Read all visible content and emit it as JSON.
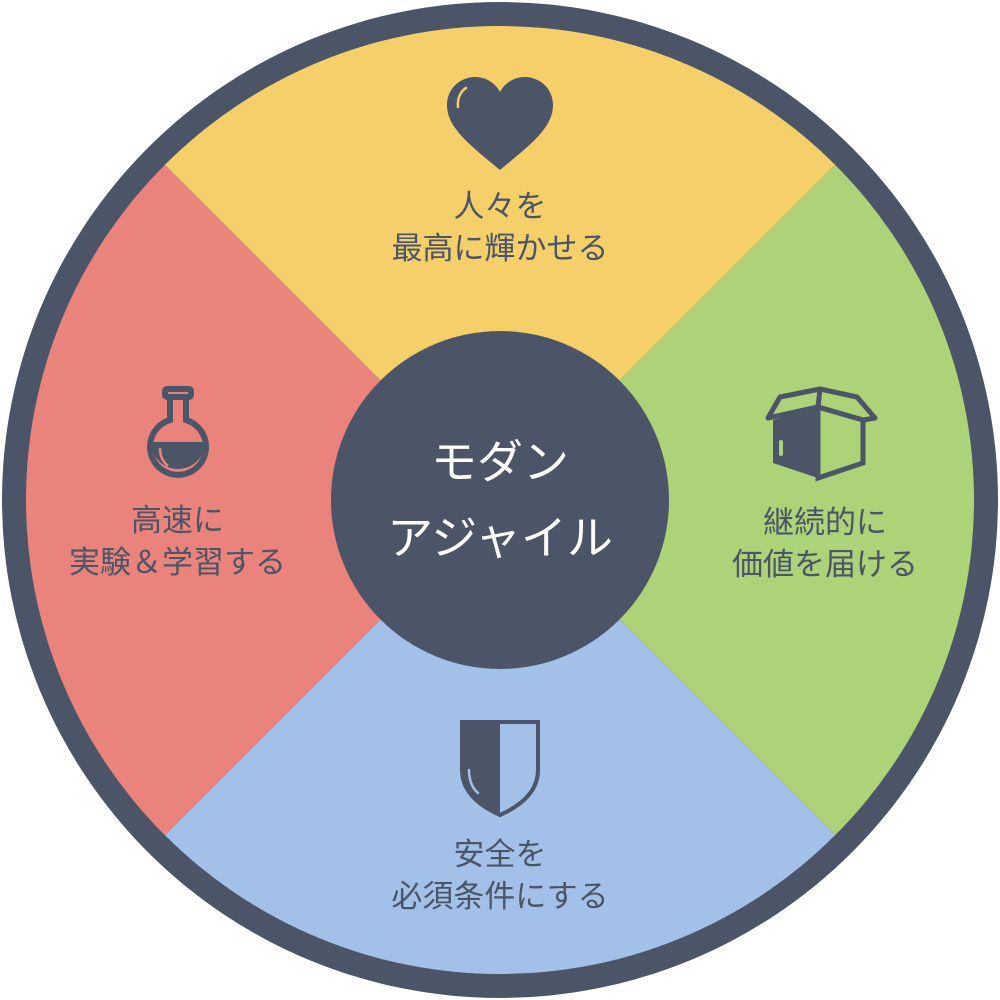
{
  "diagram": {
    "center": {
      "line1": "モダン",
      "line2": "アジャイル",
      "color": "#4b5567"
    },
    "ring_color": "#4b5567",
    "segments": [
      {
        "position": "top",
        "icon": "heart-icon",
        "line1": "人々を",
        "line2": "最高に輝かせる",
        "color": "#f5d06a"
      },
      {
        "position": "right",
        "icon": "box-icon",
        "line1": "継続的に",
        "line2": "価値を届ける",
        "color": "#aed277"
      },
      {
        "position": "bottom",
        "icon": "shield-icon",
        "line1": "安全を",
        "line2": "必須条件にする",
        "color": "#a3c0e8"
      },
      {
        "position": "left",
        "icon": "flask-icon",
        "line1": "高速に",
        "line2": "実験＆学習する",
        "color": "#ea837b"
      }
    ]
  }
}
